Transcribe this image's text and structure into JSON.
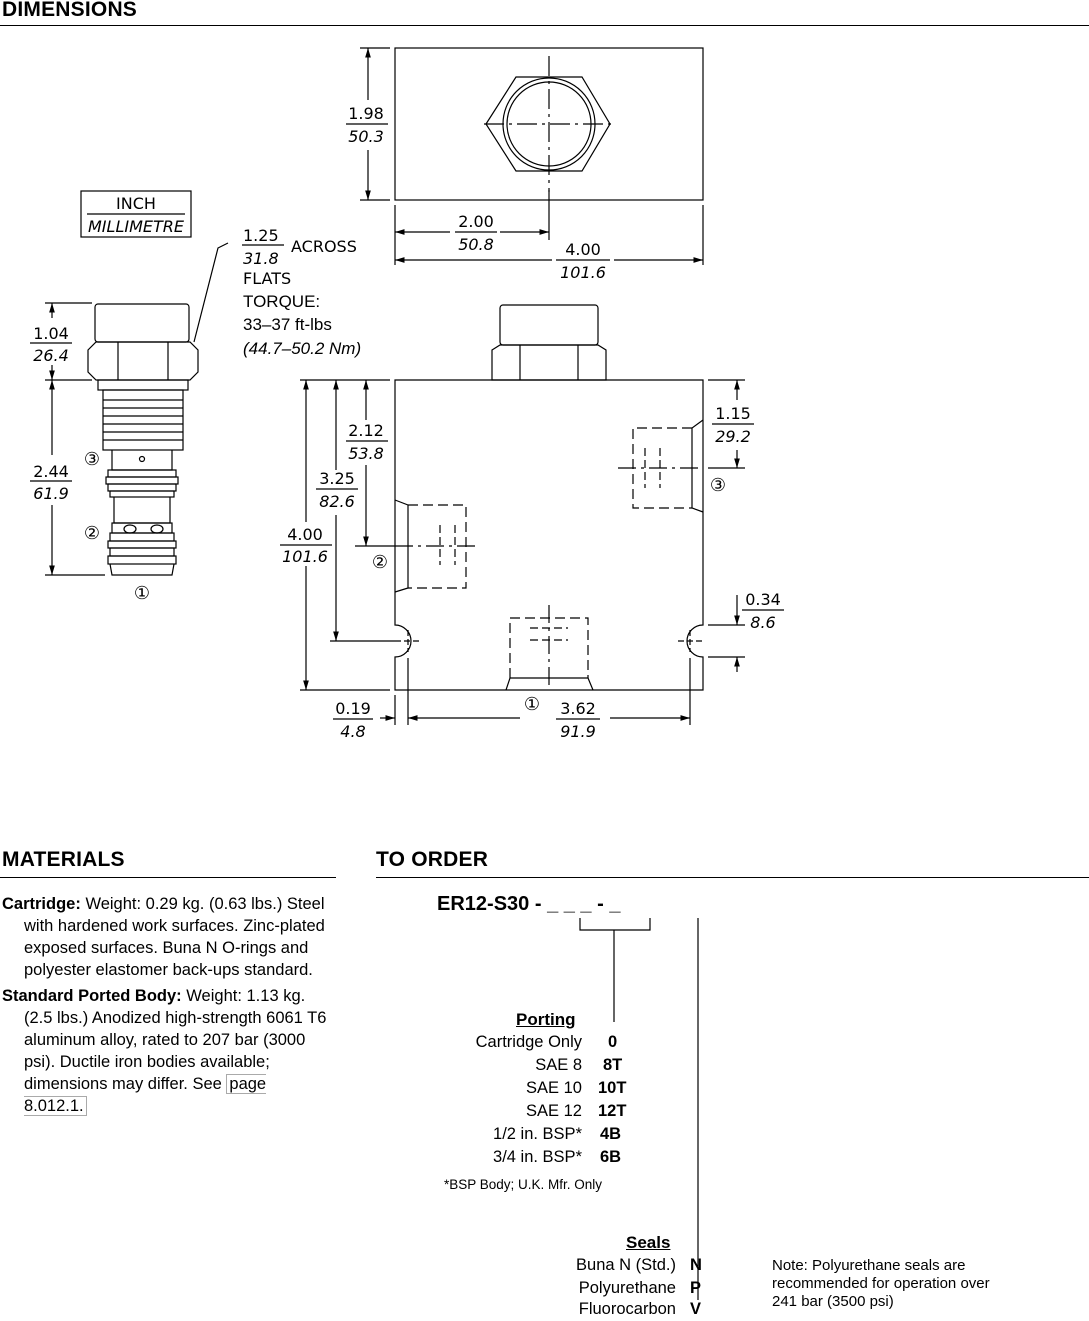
{
  "headings": {
    "dimensions": "DIMENSIONS",
    "materials": "MATERIALS",
    "to_order": "TO ORDER"
  },
  "legend": {
    "inch": "INCH",
    "millimetre": "MILLIMETRE"
  },
  "cartridge": {
    "flats_in": "1.25",
    "flats_mm": "31.8",
    "across": "ACROSS",
    "flats": "FLATS",
    "torque_label": "TORQUE:",
    "torque_value": "33–37 ft-lbs",
    "torque_metric": "(44.7–50.2 Nm)",
    "height_top_in": "1.04",
    "height_top_mm": "26.4",
    "height_body_in": "2.44",
    "height_body_mm": "61.9",
    "port1": "①",
    "port2": "②",
    "port3": "③"
  },
  "body_top_view": {
    "depth_in": "1.98",
    "depth_mm": "50.3",
    "center_in": "2.00",
    "center_mm": "50.8",
    "width_in": "4.00",
    "width_mm": "101.6"
  },
  "body_front_view": {
    "port2_in": "2.12",
    "port2_mm": "53.8",
    "mount_in": "3.25",
    "mount_mm": "82.6",
    "height_in": "4.00",
    "height_mm": "101.6",
    "port3_in": "1.15",
    "port3_mm": "29.2",
    "hole_in": "0.34",
    "hole_mm": "8.6",
    "edge_in": "0.19",
    "edge_mm": "4.8",
    "span_in": "3.62",
    "span_mm": "91.9",
    "port1": "①",
    "port2": "②",
    "port3": "③"
  },
  "materials": {
    "cartridge_label": "Cartridge:",
    "cartridge_text": "Weight: 0.29 kg. (0.63 lbs.) Steel with hardened work surfaces. Zinc-plated exposed surfaces. Buna N O-rings and polyester elastomer back-ups standard.",
    "body_label": "Standard Ported Body:",
    "body_text": "Weight: 1.13 kg. (2.5 lbs.) Anodized high-strength 6061 T6 aluminum alloy, rated to 207 bar (3000 psi). Ductile iron bodies available; dimensions may differ. See",
    "body_link": "page 8.012.1."
  },
  "order": {
    "code_prefix": "ER12-S30 -",
    "code_blanks": "_ _ _ - _",
    "porting_heading": "Porting",
    "porting": [
      {
        "label": "Cartridge Only",
        "code": "0"
      },
      {
        "label": "SAE 8",
        "code": "8T"
      },
      {
        "label": "SAE 10",
        "code": "10T"
      },
      {
        "label": "SAE 12",
        "code": "12T"
      },
      {
        "label": "1/2 in. BSP*",
        "code": "4B"
      },
      {
        "label": "3/4 in. BSP*",
        "code": "6B"
      }
    ],
    "footnote": "*BSP Body; U.K. Mfr. Only",
    "seals_heading": "Seals",
    "seals": [
      {
        "label": "Buna N (Std.)",
        "code": "N"
      },
      {
        "label": "Polyurethane",
        "code": "P"
      },
      {
        "label": "Fluorocarbon",
        "code": "V"
      }
    ],
    "note": "Note: Polyurethane seals are recommended for operation over 241 bar (3500 psi)"
  }
}
